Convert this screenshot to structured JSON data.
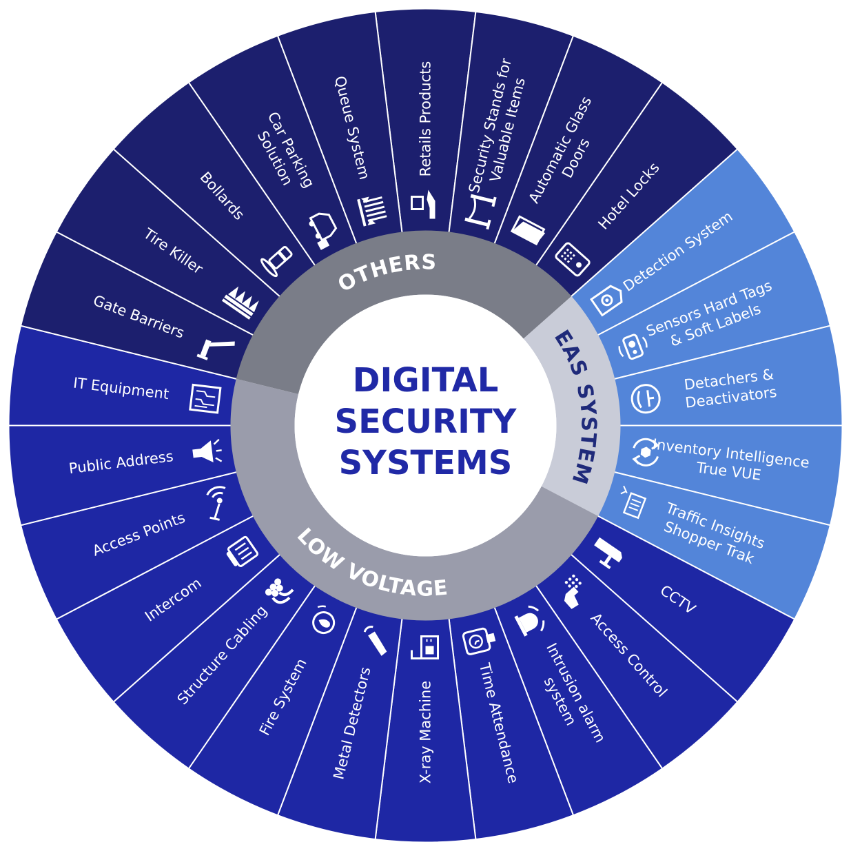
{
  "center": {
    "lines": [
      "DIGITAL",
      "SECURITY",
      "SYSTEMS"
    ]
  },
  "rings": [
    {
      "id": "others",
      "label": "OTHERS",
      "from": 0,
      "to": 10
    },
    {
      "id": "eas",
      "label": "EAS SYSTEM",
      "from": 11,
      "to": 15
    },
    {
      "id": "low",
      "label": "LOW VOLTAGE",
      "from": 16,
      "to": 33
    }
  ],
  "colors": {
    "others_segment": "#1c1f6e",
    "eas_segment": "#5385d9",
    "low_segment": "#1e27a4",
    "others_ring": "#7a7d88",
    "eas_ring": "#c9ccd8",
    "low_ring": "#9a9cab",
    "center": "#ffffff",
    "center_text": "#2029a6",
    "divider": "#ffffff"
  },
  "segments": [
    {
      "group": "others",
      "label": [
        "Retails Products"
      ],
      "icon": "hand-box-icon"
    },
    {
      "group": "others",
      "label": [
        "Security Stands for",
        "Valuable Items"
      ],
      "icon": "stanchion-icon"
    },
    {
      "group": "others",
      "label": [
        "Automatic Glass",
        "Doors"
      ],
      "icon": "door-icon"
    },
    {
      "group": "others",
      "label": [
        "Hotel Locks"
      ],
      "icon": "keypad-lock-icon"
    },
    {
      "group": "eas",
      "label": [
        "Detection System"
      ],
      "icon": "eye-tag-icon"
    },
    {
      "group": "eas",
      "label": [
        "Sensors Hard Tags",
        "& Soft Labels"
      ],
      "icon": "sensor-tag-icon"
    },
    {
      "group": "eas",
      "label": [
        "Detachers &",
        "Deactivators"
      ],
      "icon": "detacher-icon"
    },
    {
      "group": "eas",
      "label": [
        "Inventory Intelligence",
        "True VUE"
      ],
      "icon": "inventory-cycle-icon"
    },
    {
      "group": "eas",
      "label": [
        "Traffic Insights",
        "Shopper Trak"
      ],
      "icon": "traffic-report-icon"
    },
    {
      "group": "low",
      "label": [
        "CCTV"
      ],
      "icon": "camera-icon"
    },
    {
      "group": "low",
      "label": [
        "Access Control"
      ],
      "icon": "fingerprint-hand-icon"
    },
    {
      "group": "low",
      "label": [
        "Intrusion alarm",
        "system"
      ],
      "icon": "alarm-bell-icon"
    },
    {
      "group": "low",
      "label": [
        "Time Attendance"
      ],
      "icon": "time-clock-icon"
    },
    {
      "group": "low",
      "label": [
        "X-ray Machine"
      ],
      "icon": "xray-scanner-icon"
    },
    {
      "group": "low",
      "label": [
        "Metal Detectors"
      ],
      "icon": "metal-detector-icon"
    },
    {
      "group": "low",
      "label": [
        "Fire System"
      ],
      "icon": "fire-alarm-icon"
    },
    {
      "group": "low",
      "label": [
        "Structure Cabling"
      ],
      "icon": "cables-icon"
    },
    {
      "group": "low",
      "label": [
        "Intercom"
      ],
      "icon": "intercom-phone-icon"
    },
    {
      "group": "low",
      "label": [
        "Access Points"
      ],
      "icon": "wifi-antenna-icon"
    },
    {
      "group": "low",
      "label": [
        "Public Address"
      ],
      "icon": "megaphone-icon"
    },
    {
      "group": "low",
      "label": [
        "IT Equipment"
      ],
      "icon": "circuit-board-icon"
    },
    {
      "group": "others",
      "label": [
        "Gate Barriers"
      ],
      "icon": "gate-barrier-icon"
    },
    {
      "group": "others",
      "label": [
        "Tire Killer"
      ],
      "icon": "tire-spikes-icon"
    },
    {
      "group": "others",
      "label": [
        "Bollards"
      ],
      "icon": "bollard-icon"
    },
    {
      "group": "others",
      "label": [
        "Car Parking",
        "Solution"
      ],
      "icon": "car-parking-icon"
    },
    {
      "group": "others",
      "label": [
        "Queue System"
      ],
      "icon": "queue-barrier-icon"
    }
  ]
}
